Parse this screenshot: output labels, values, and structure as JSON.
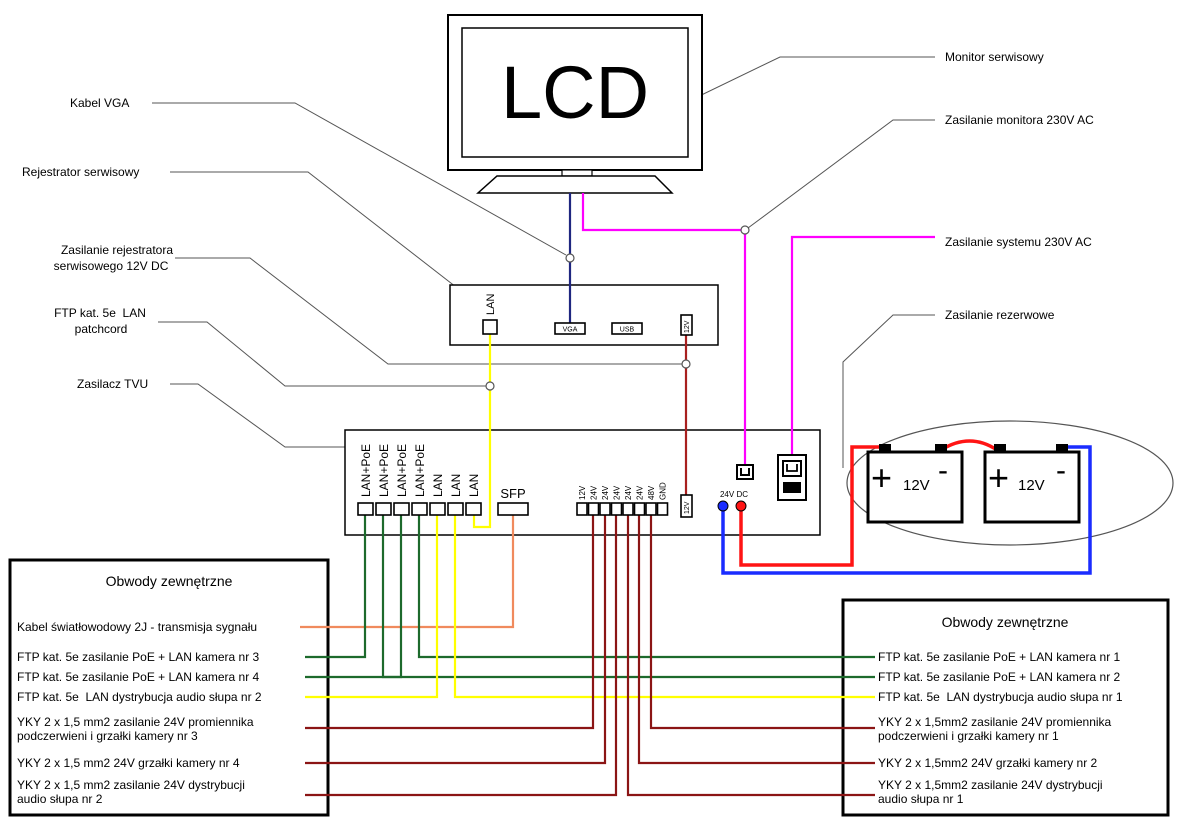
{
  "monitor": {
    "screen_label": "LCD"
  },
  "recorder": {
    "lan_label": "LAN",
    "vga_label": "VGA",
    "usb_label": "USB",
    "power_label": "12V"
  },
  "power_supply": {
    "poe_port_labels": [
      "LAN+PoE",
      "LAN+PoE",
      "LAN+PoE",
      "LAN+PoE"
    ],
    "lan_port_labels": [
      "LAN",
      "LAN",
      "LAN"
    ],
    "sfp_label": "SFP",
    "output_labels": [
      "12V",
      "24V",
      "24V",
      "24V",
      "24V",
      "24V",
      "48V",
      "GND"
    ],
    "input_label": "12V",
    "dc_label": "24V DC"
  },
  "batteries": [
    {
      "plus": "+",
      "minus": "-",
      "voltage": "12V"
    },
    {
      "plus": "+",
      "minus": "-",
      "voltage": "12V"
    }
  ],
  "callouts": {
    "vga_cable": "Kabel VGA",
    "recorder": "Rejestrator serwisowy",
    "recorder_power": [
      "Zasilanie rejestratora",
      "serwisowego 12V DC"
    ],
    "patchcord": [
      "FTP kat. 5e  LAN",
      "patchcord"
    ],
    "psu": "Zasilacz TVU",
    "monitor": "Monitor serwisowy",
    "monitor_power": "Zasilanie monitora 230V AC",
    "system_power": "Zasilanie systemu 230V AC",
    "backup_power": "Zasilanie rezerwowe"
  },
  "external_left": {
    "title": "Obwody zewnętrzne",
    "circuits": [
      [
        "Kabel światłowodowy 2J - transmisja sygnału"
      ],
      [
        "FTP kat. 5e zasilanie PoE + LAN kamera nr 3"
      ],
      [
        "FTP kat. 5e zasilanie PoE + LAN kamera nr 4"
      ],
      [
        "FTP kat. 5e  LAN dystrybucja audio słupa nr 2"
      ],
      [
        "YKY 2 x 1,5 mm2 zasilanie 24V promiennika",
        "podczerwieni i grzałki kamery nr 3"
      ],
      [
        "YKY 2 x 1,5 mm2 24V grzałki kamery nr 4"
      ],
      [
        "YKY 2 x 1,5 mm2 zasilanie 24V dystrybucji",
        "audio słupa nr 2"
      ]
    ]
  },
  "external_right": {
    "title": "Obwody zewnętrzne",
    "circuits": [
      [
        "FTP kat. 5e zasilanie PoE + LAN kamera nr 1"
      ],
      [
        "FTP kat. 5e zasilanie PoE + LAN kamera nr 2"
      ],
      [
        "FTP kat. 5e  LAN dystrybucja audio słupa nr 1"
      ],
      [
        "YKY 2 x 1,5mm2 zasilanie 24V promiennika",
        "podczerwieni i grzałki kamery nr 1"
      ],
      [
        "YKY 2 x 1,5mm2 24V grzałki kamery nr 2"
      ],
      [
        "YKY 2 x 1,5mm2 zasilanie 24V dystrybucji",
        "audio słupa nr 1"
      ]
    ]
  },
  "colors": {
    "vga_cable": "#1f2680",
    "ac_power": "#ff00ff",
    "lan": "#ffff00",
    "dc_12v": "#a8201f",
    "fiber": "#f08a5d",
    "poe": "#1d6a2c",
    "dc_24v": "#8b1515",
    "battery_positive": "#ff1414",
    "battery_negative": "#1a2cff"
  }
}
